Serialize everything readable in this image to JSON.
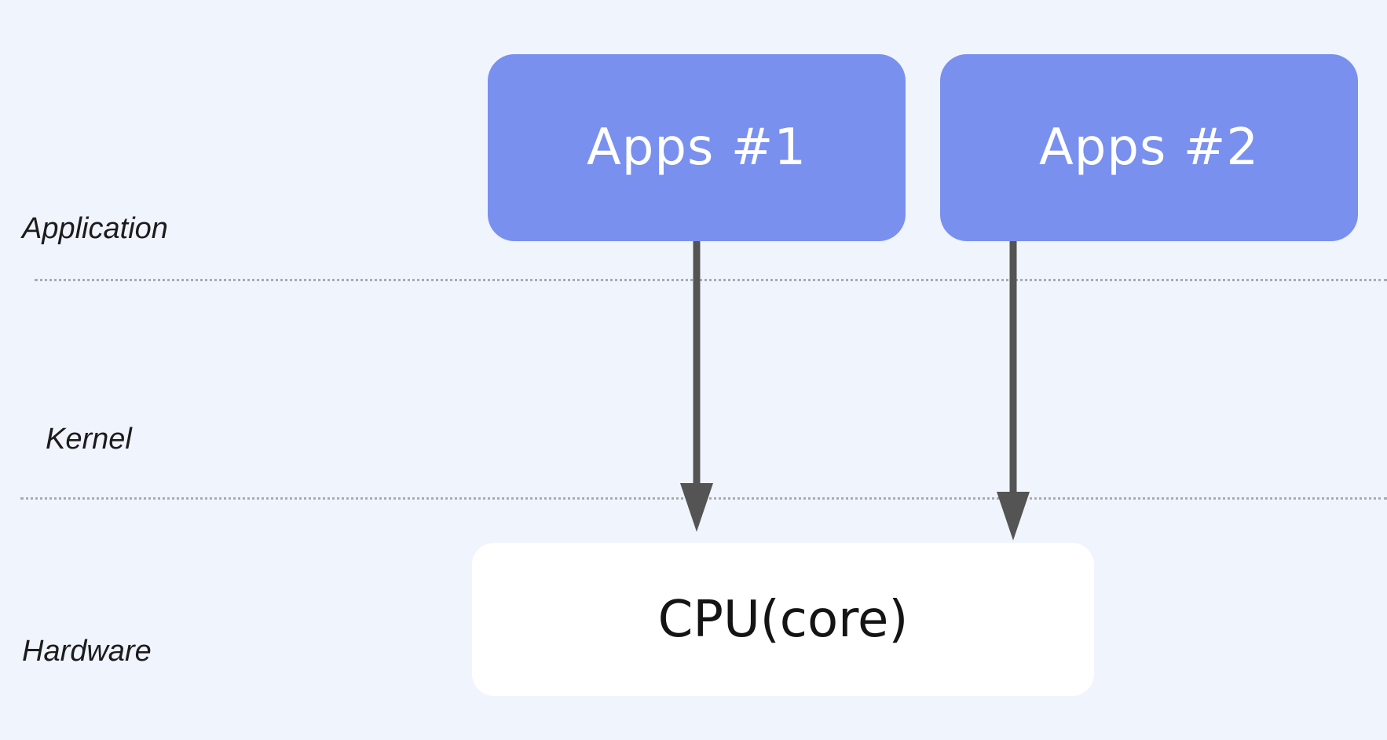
{
  "layers": {
    "application": "Application",
    "kernel": "Kernel",
    "hardware": "Hardware"
  },
  "apps": [
    {
      "label": "Apps #1"
    },
    {
      "label": "Apps #2"
    }
  ],
  "cpu": {
    "label": "CPU(core)"
  },
  "colors": {
    "background": "#f0f4fd",
    "app_box": "#7990ef",
    "cpu_box": "#ffffff",
    "arrow": "#545454",
    "divider": "#a7abb3"
  }
}
